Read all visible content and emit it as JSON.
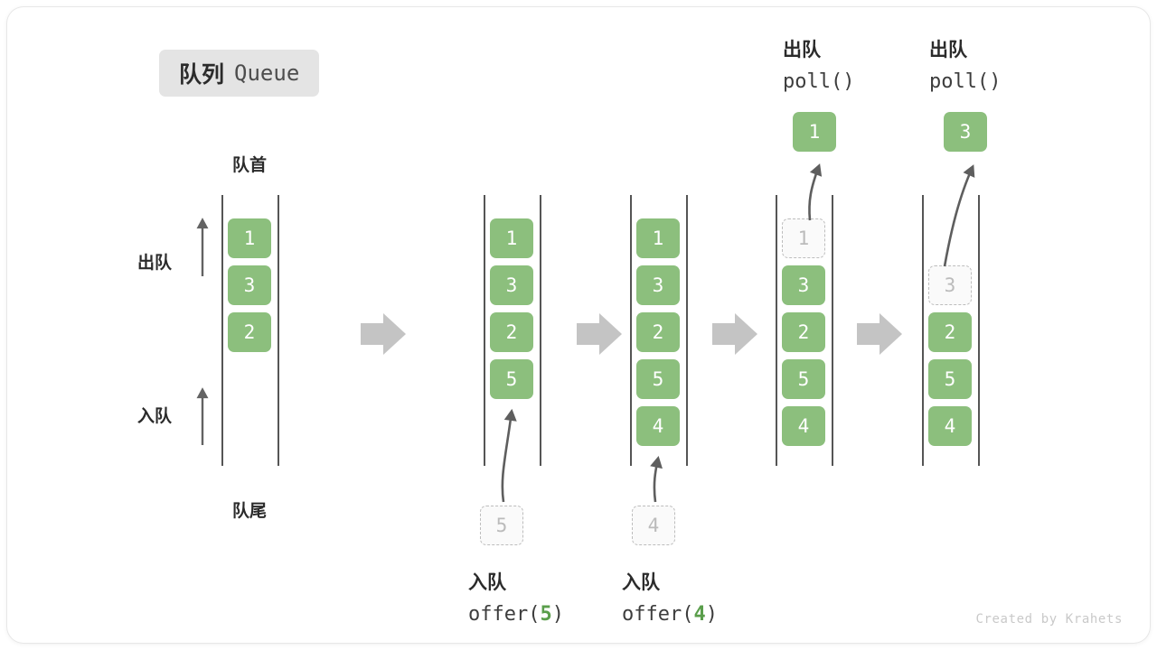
{
  "title": {
    "cn": "队列",
    "en": "Queue"
  },
  "credit": "Created by Krahets",
  "anchors": {
    "front": "队首",
    "rear": "队尾",
    "dequeue": "出队",
    "enqueue": "入队"
  },
  "operations": {
    "offer5": {
      "cn": "入队",
      "fn": "offer(",
      "arg": "5",
      "close": ")"
    },
    "offer4": {
      "cn": "入队",
      "fn": "offer(",
      "arg": "4",
      "close": ")"
    },
    "poll1": {
      "cn": "出队",
      "code": "poll()"
    },
    "poll2": {
      "cn": "出队",
      "code": "poll()"
    }
  },
  "colors": {
    "element": "#8cbf7d",
    "ghost_border": "#bdbdbd",
    "ghost_text": "#bbbbbb",
    "rail": "#555555",
    "arrow": "#5e5e5e",
    "step_arrow": "#c4c4c4",
    "badge_bg": "#e4e4e4",
    "accent_text": "#5a9e4b"
  },
  "columns": [
    {
      "name": "initial-queue",
      "cells": [
        {
          "value": "1",
          "state": "filled"
        },
        {
          "value": "3",
          "state": "filled"
        },
        {
          "value": "2",
          "state": "filled"
        }
      ]
    },
    {
      "name": "after-offer-5",
      "cells": [
        {
          "value": "1",
          "state": "filled"
        },
        {
          "value": "3",
          "state": "filled"
        },
        {
          "value": "2",
          "state": "filled"
        },
        {
          "value": "5",
          "state": "filled"
        }
      ]
    },
    {
      "name": "after-offer-4",
      "cells": [
        {
          "value": "1",
          "state": "filled"
        },
        {
          "value": "3",
          "state": "filled"
        },
        {
          "value": "2",
          "state": "filled"
        },
        {
          "value": "5",
          "state": "filled"
        },
        {
          "value": "4",
          "state": "filled"
        }
      ]
    },
    {
      "name": "during-poll-1",
      "cells": [
        {
          "value": "1",
          "state": "ghost"
        },
        {
          "value": "3",
          "state": "filled"
        },
        {
          "value": "2",
          "state": "filled"
        },
        {
          "value": "5",
          "state": "filled"
        },
        {
          "value": "4",
          "state": "filled"
        }
      ]
    },
    {
      "name": "during-poll-3",
      "cells": [
        {
          "value": "",
          "state": "empty"
        },
        {
          "value": "3",
          "state": "ghost"
        },
        {
          "value": "2",
          "state": "filled"
        },
        {
          "value": "5",
          "state": "filled"
        },
        {
          "value": "4",
          "state": "filled"
        }
      ]
    }
  ],
  "pending": [
    {
      "name": "pending-5",
      "value": "5"
    },
    {
      "name": "pending-4",
      "value": "4"
    }
  ],
  "popped": [
    {
      "name": "popped-1",
      "value": "1"
    },
    {
      "name": "popped-3",
      "value": "3"
    }
  ]
}
